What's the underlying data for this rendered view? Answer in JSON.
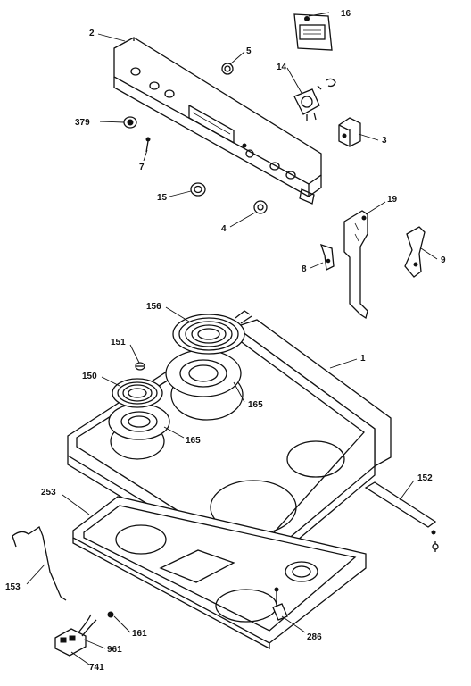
{
  "labels": {
    "l16": "16",
    "l2": "2",
    "l5": "5",
    "l14": "14",
    "l379": "379",
    "l3": "3",
    "l7": "7",
    "l15": "15",
    "l4": "4",
    "l19": "19",
    "l8": "8",
    "l9": "9",
    "l156": "156",
    "l151": "151",
    "l1": "1",
    "l150": "150",
    "l165a": "165",
    "l165b": "165",
    "l152": "152",
    "l253": "253",
    "l153": "153",
    "l161": "161",
    "l961": "961",
    "l741": "741",
    "l286": "286"
  }
}
